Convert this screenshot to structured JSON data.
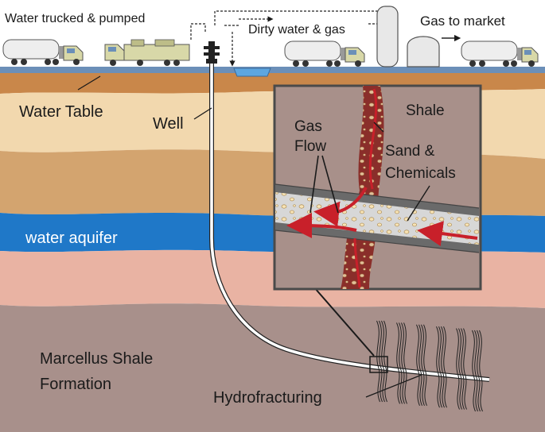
{
  "labels": {
    "water_trucked": "Water trucked & pumped",
    "dirty_water": "Dirty water & gas",
    "gas_to_market": "Gas to market",
    "water_table": "Water Table",
    "well": "Well",
    "water_aquifer": "water aquifer",
    "marcellus_line1": "Marcellus Shale",
    "marcellus_line2": "Formation",
    "hydrofracturing": "Hydrofracturing"
  },
  "inset": {
    "shale": "Shale",
    "gas_line1": "Gas",
    "gas_line2": "Flow",
    "sand_line1": "Sand &",
    "sand_line2": "Chemicals"
  },
  "colors": {
    "sky": "#ffffff",
    "soil_top": "#d49a55",
    "soil_light": "#f3d9b0",
    "soil_mid": "#d2a673",
    "aquifer": "#1f78c8",
    "pink_layer": "#eab4a4",
    "shale_layer": "#a8908a",
    "fracture_red": "#c8202a",
    "fracture_dark": "#8a2a2a",
    "truck_white": "#eeeeee",
    "truck_cab": "#d8d8a8"
  },
  "icons": [
    "tanker-truck-icon",
    "pump-truck-icon",
    "storage-tank-icon",
    "gas-tower-icon",
    "wellhead-icon",
    "water-pit-icon"
  ]
}
